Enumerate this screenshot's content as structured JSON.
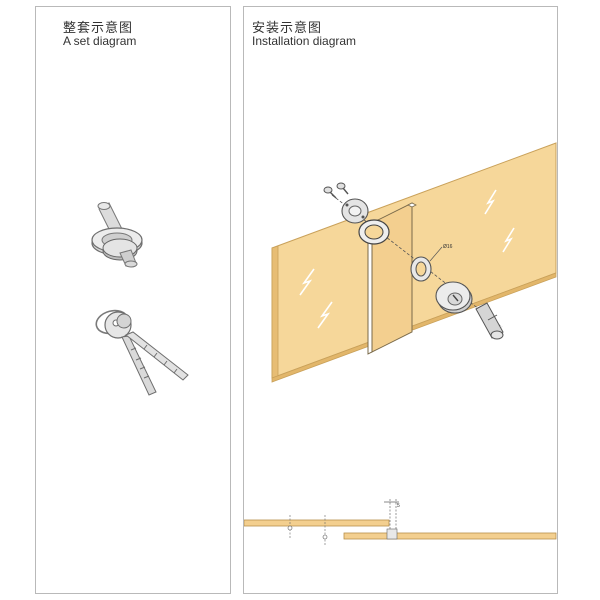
{
  "set_panel": {
    "title_cn": "整套示意图",
    "title_en": "A set diagram"
  },
  "install_panel": {
    "title_cn": "安装示意图",
    "title_en": "Installation diagram",
    "hole_label": "Ø16",
    "dim_label": "5"
  },
  "colors": {
    "glass_fill": "#f6d79a",
    "glass_edge": "#c9a15a",
    "metal": "#cfcfcf",
    "metal_dark": "#8a8a8a",
    "border": "#b9b9b9"
  }
}
